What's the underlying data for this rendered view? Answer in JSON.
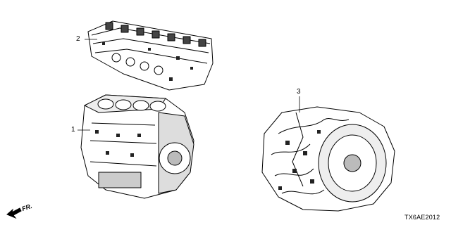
{
  "diagram": {
    "callouts": [
      {
        "id": "cylinder-head",
        "label": "2"
      },
      {
        "id": "engine-block",
        "label": "1"
      },
      {
        "id": "transmission",
        "label": "3"
      }
    ],
    "direction_label": "FR.",
    "diagram_code": "TX6AE2012"
  }
}
